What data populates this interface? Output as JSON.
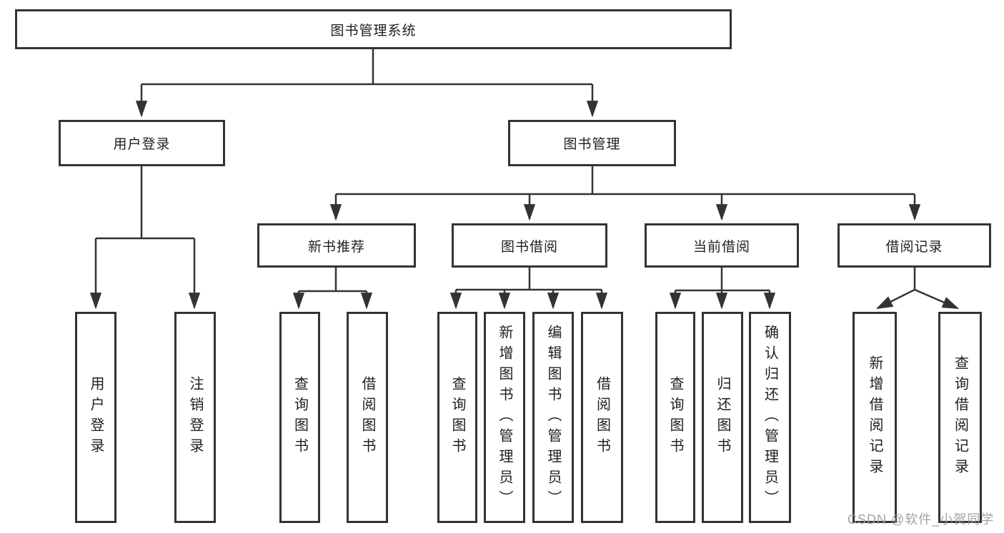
{
  "diagram": {
    "title": "图书管理系统",
    "root": {
      "label": "图书管理系统"
    },
    "level2": [
      {
        "label": "用户登录",
        "leaves": [
          {
            "label": "用户登录"
          },
          {
            "label": "注销登录"
          }
        ]
      },
      {
        "label": "图书管理"
      }
    ],
    "level3": [
      {
        "label": "新书推荐",
        "leaves": [
          {
            "label": "查询图书"
          },
          {
            "label": "借阅图书"
          }
        ]
      },
      {
        "label": "图书借阅",
        "leaves": [
          {
            "label": "查询图书"
          },
          {
            "label": "新增图书（管理员）"
          },
          {
            "label": "编辑图书（管理员）"
          },
          {
            "label": "借阅图书"
          }
        ]
      },
      {
        "label": "当前借阅",
        "leaves": [
          {
            "label": "查询图书"
          },
          {
            "label": "归还图书"
          },
          {
            "label": "确认归还（管理员）"
          }
        ]
      },
      {
        "label": "借阅记录",
        "leaves": [
          {
            "label": "新增借阅记录"
          },
          {
            "label": "查询借阅记录"
          }
        ]
      }
    ],
    "colors": {
      "line": "#333333",
      "box_border": "#333333",
      "text": "#1f1f1f",
      "watermark": "#9c9c9c"
    }
  },
  "watermark": {
    "text": "CSDN @软件_小贺同学"
  }
}
